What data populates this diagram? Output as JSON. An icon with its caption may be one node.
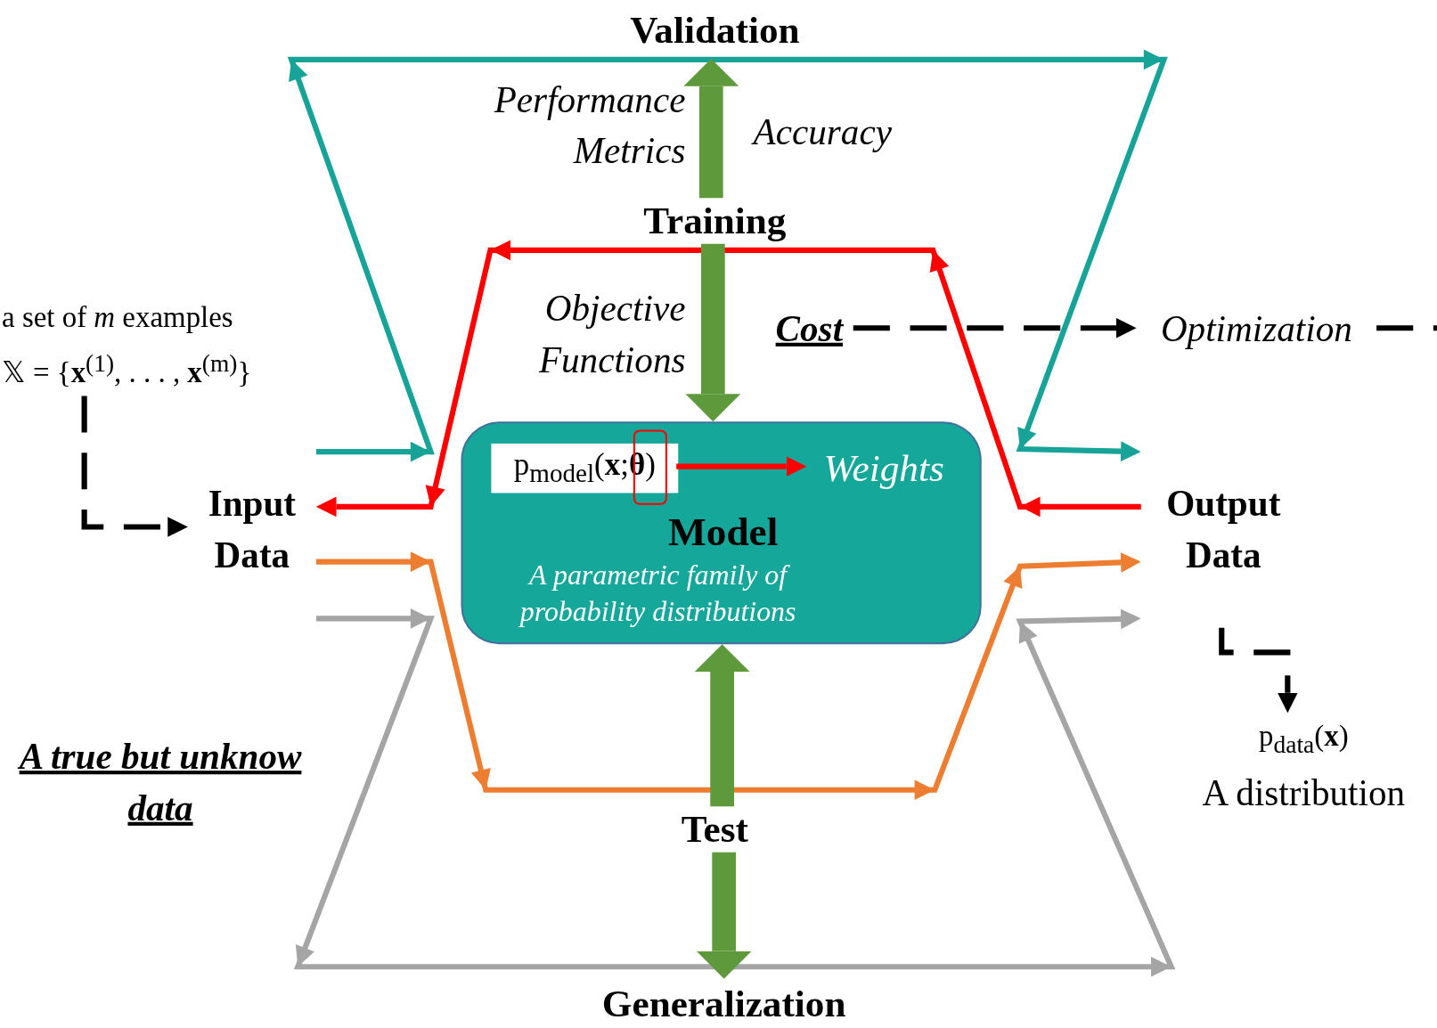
{
  "diagram": {
    "nodes": [
      {
        "text": [
          "Validation"
        ]
      },
      {
        "text": [
          "Performance Metrics"
        ]
      },
      {
        "text": [
          "Accuracy"
        ]
      },
      {
        "text": [
          "Training"
        ]
      },
      {
        "text": [
          "Objective Functions"
        ]
      },
      {
        "text": [
          "Cost"
        ]
      },
      {
        "text": [
          "Optimization"
        ]
      },
      {
        "text": [
          "a set of *m* examples",
          "𝕏 = {**x**$^{(1)}$, . . . , **x**$^{(m)}$}"
        ]
      },
      {
        "text": [
          "Input Data"
        ]
      },
      {
        "text": [
          "Model",
          "A parametric family of probability distributions"
        ]
      },
      {
        "text": [
          "p$_{model}$(**x**;**θ**)"
        ],
        "in": 9
      },
      {
        "text": [
          "Weights"
        ],
        "in": 9
      },
      {
        "text": [
          "Output Data"
        ]
      },
      {
        "text": [
          "p$_{data}$(**x**)",
          "A distribution"
        ]
      },
      {
        "text": [
          "Test"
        ]
      },
      {
        "text": [
          "Generalization"
        ]
      }
    ],
    "edges": [
      {
        "from": 8,
        "to": 12,
        "arrow": "to",
        "color": "#17a398"
      },
      {
        "from": 12,
        "to": 8,
        "arrow": "to",
        "color": "#ff0000"
      },
      {
        "from": 8,
        "to": 12,
        "arrow": "to",
        "color": "#ed7d31"
      },
      {
        "from": 8,
        "to": 12,
        "arrow": "to",
        "color": "#a5a5a5"
      },
      {
        "from": 3,
        "to": 0,
        "arrow": "to",
        "style": "thick",
        "color": "#5e9a3c"
      },
      {
        "from": 3,
        "to": 9,
        "arrow": "to",
        "style": "thick",
        "color": "#5e9a3c"
      },
      {
        "from": 14,
        "to": 9,
        "arrow": "to",
        "style": "thick",
        "color": "#5e9a3c"
      },
      {
        "from": 14,
        "to": 15,
        "arrow": "to",
        "style": "thick",
        "color": "#5e9a3c"
      },
      {
        "from": 7,
        "to": 8,
        "arrow": "to",
        "style": "dashed",
        "color": "#000000"
      },
      {
        "from": 5,
        "to": 6,
        "arrow": "to",
        "style": "dashed",
        "color": "#000000"
      },
      {
        "from": 6,
        "to": null,
        "arrow": "none",
        "style": "dashed",
        "color": "#000000"
      },
      {
        "from": 12,
        "to": 13,
        "arrow": "to",
        "style": "dashed",
        "color": "#000000"
      },
      {
        "from": 10,
        "to": 11,
        "arrow": "to",
        "color": "#ff0000"
      }
    ],
    "labels": [
      "A true but unknow data"
    ]
  }
}
